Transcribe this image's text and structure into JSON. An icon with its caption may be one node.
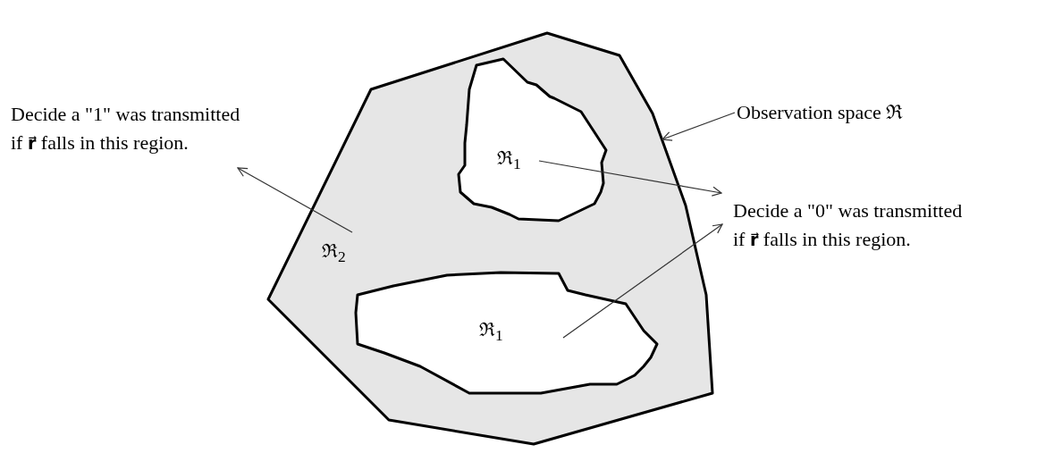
{
  "diagram": {
    "nodes": [
      {
        "text": [
          "ℜ$_{2}$"
        ]
      },
      {
        "text": [
          "ℜ$_{1}$"
        ],
        "in": 0
      },
      {
        "text": [
          "ℜ$_{1}$"
        ],
        "in": 0
      },
      {
        "text": [
          "Decide a \"1\" was transmitted if **r⃗** falls in this region."
        ]
      },
      {
        "text": [
          "Decide a \"0\" was transmitted if **r⃗** falls in this region."
        ]
      },
      {
        "text": [
          "Observation space ℜ"
        ]
      }
    ],
    "edges": [
      {
        "from": 1,
        "to": 4,
        "arrow": "to"
      },
      {
        "from": 2,
        "to": 4,
        "arrow": "to"
      },
      {
        "from": 0,
        "to": 3,
        "arrow": "to"
      },
      {
        "from": 5,
        "to": 0,
        "arrow": "to"
      }
    ]
  }
}
